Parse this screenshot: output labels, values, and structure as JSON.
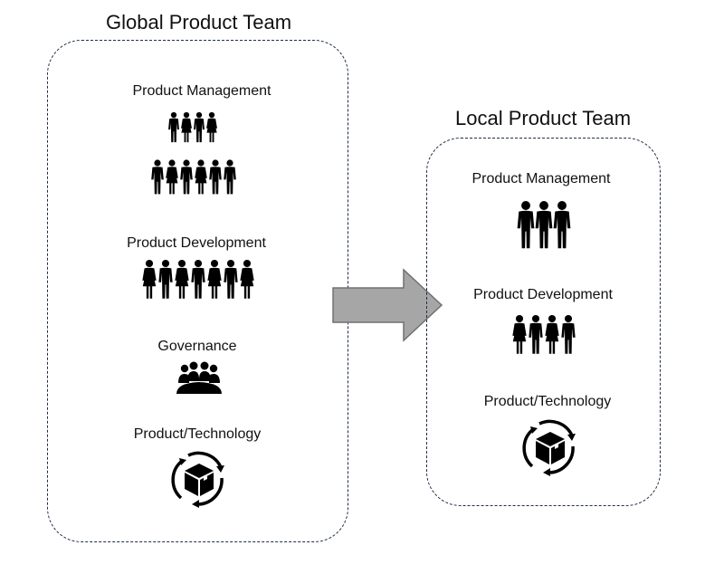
{
  "global_team": {
    "title": "Global Product Team",
    "sections": [
      {
        "label": "Product Management",
        "icon": "people-pyramid-icon"
      },
      {
        "label": "Product Development",
        "icon": "people-row-icon"
      },
      {
        "label": "Governance",
        "icon": "meeting-table-icon"
      },
      {
        "label": "Product/Technology",
        "icon": "box-cycle-icon"
      }
    ]
  },
  "local_team": {
    "title": "Local Product Team",
    "sections": [
      {
        "label": "Product Management",
        "icon": "people-trio-icon"
      },
      {
        "label": "Product Development",
        "icon": "people-row-icon"
      },
      {
        "label": "Product/Technology",
        "icon": "box-cycle-icon"
      }
    ]
  },
  "connector": {
    "icon": "right-arrow-icon",
    "fill": "#a6a6a6",
    "stroke": "#707070"
  },
  "colors": {
    "border": "#1f2d4a",
    "icon": "#000000"
  }
}
